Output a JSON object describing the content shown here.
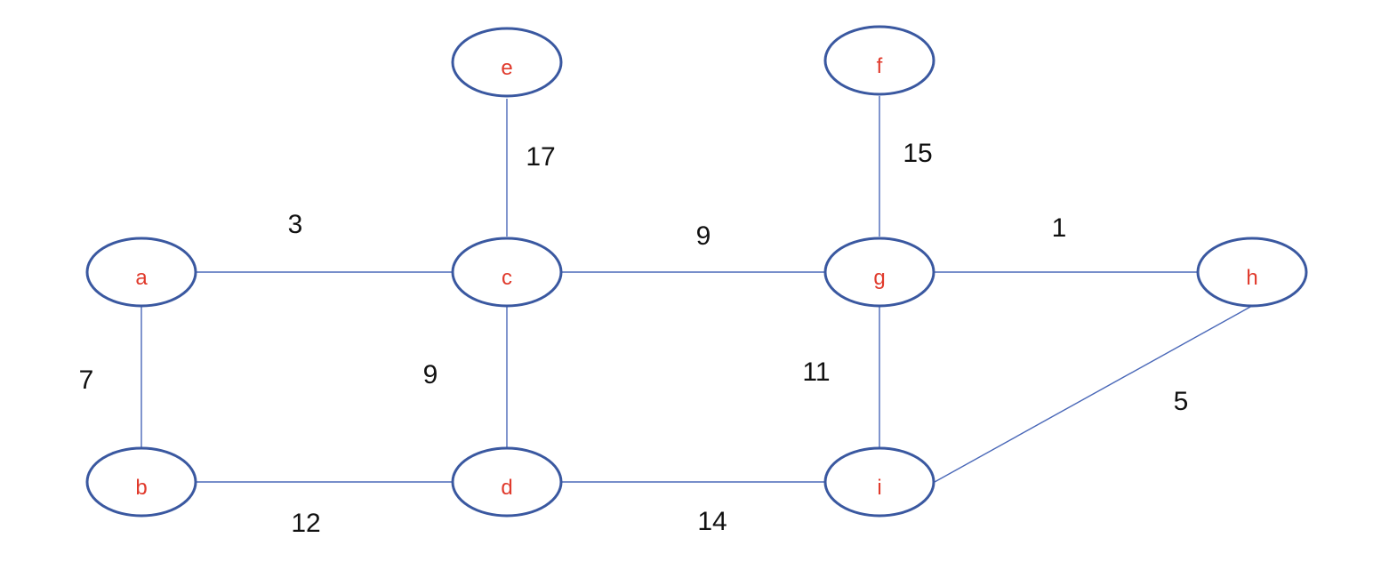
{
  "colors": {
    "node_stroke": "#3a58a0",
    "edge": "#4a68b8",
    "node_label": "#e03a2c",
    "weight_label": "#111111"
  },
  "nodes": [
    {
      "id": "a",
      "label": "a"
    },
    {
      "id": "b",
      "label": "b"
    },
    {
      "id": "c",
      "label": "c"
    },
    {
      "id": "d",
      "label": "d"
    },
    {
      "id": "e",
      "label": "e"
    },
    {
      "id": "f",
      "label": "f"
    },
    {
      "id": "g",
      "label": "g"
    },
    {
      "id": "h",
      "label": "h"
    },
    {
      "id": "i",
      "label": "i"
    }
  ],
  "edges": [
    {
      "from": "a",
      "to": "c",
      "weight": "3"
    },
    {
      "from": "a",
      "to": "b",
      "weight": "7"
    },
    {
      "from": "e",
      "to": "c",
      "weight": "17"
    },
    {
      "from": "c",
      "to": "g",
      "weight": "9"
    },
    {
      "from": "c",
      "to": "d",
      "weight": "9"
    },
    {
      "from": "f",
      "to": "g",
      "weight": "15"
    },
    {
      "from": "g",
      "to": "h",
      "weight": "1"
    },
    {
      "from": "g",
      "to": "i",
      "weight": "11"
    },
    {
      "from": "h",
      "to": "i",
      "weight": "5"
    },
    {
      "from": "b",
      "to": "d",
      "weight": "12"
    },
    {
      "from": "d",
      "to": "i",
      "weight": "14"
    }
  ]
}
